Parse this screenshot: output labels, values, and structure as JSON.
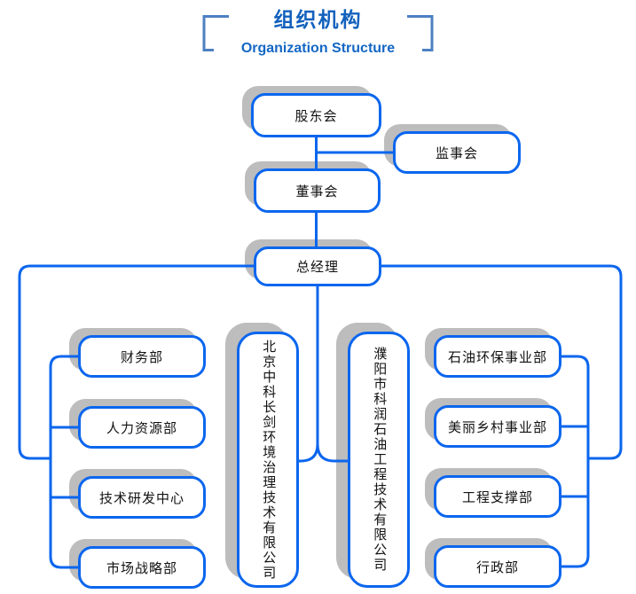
{
  "header": {
    "title": "组织机构",
    "subtitle": "Organization Structure"
  },
  "nodes": {
    "shareholders": "股东会",
    "supervisory": "监事会",
    "board": "董事会",
    "general_manager": "总经理",
    "left_departments": [
      "财务部",
      "人力资源部",
      "技术研发中心",
      "市场战略部"
    ],
    "right_departments": [
      "石油环保事业部",
      "美丽乡村事业部",
      "工程支撑部",
      "行政部"
    ],
    "subsidiaries": [
      "北京中科长剑环境治理技术有限公司",
      "濮阳市科润石油工程技术有限公司"
    ]
  },
  "colors": {
    "line_blue": "#0b66ee",
    "title_blue": "#1261bd",
    "bracket_blue": "#4d80c2",
    "shadow_gray": "#bdbdbd",
    "text": "#111111"
  }
}
